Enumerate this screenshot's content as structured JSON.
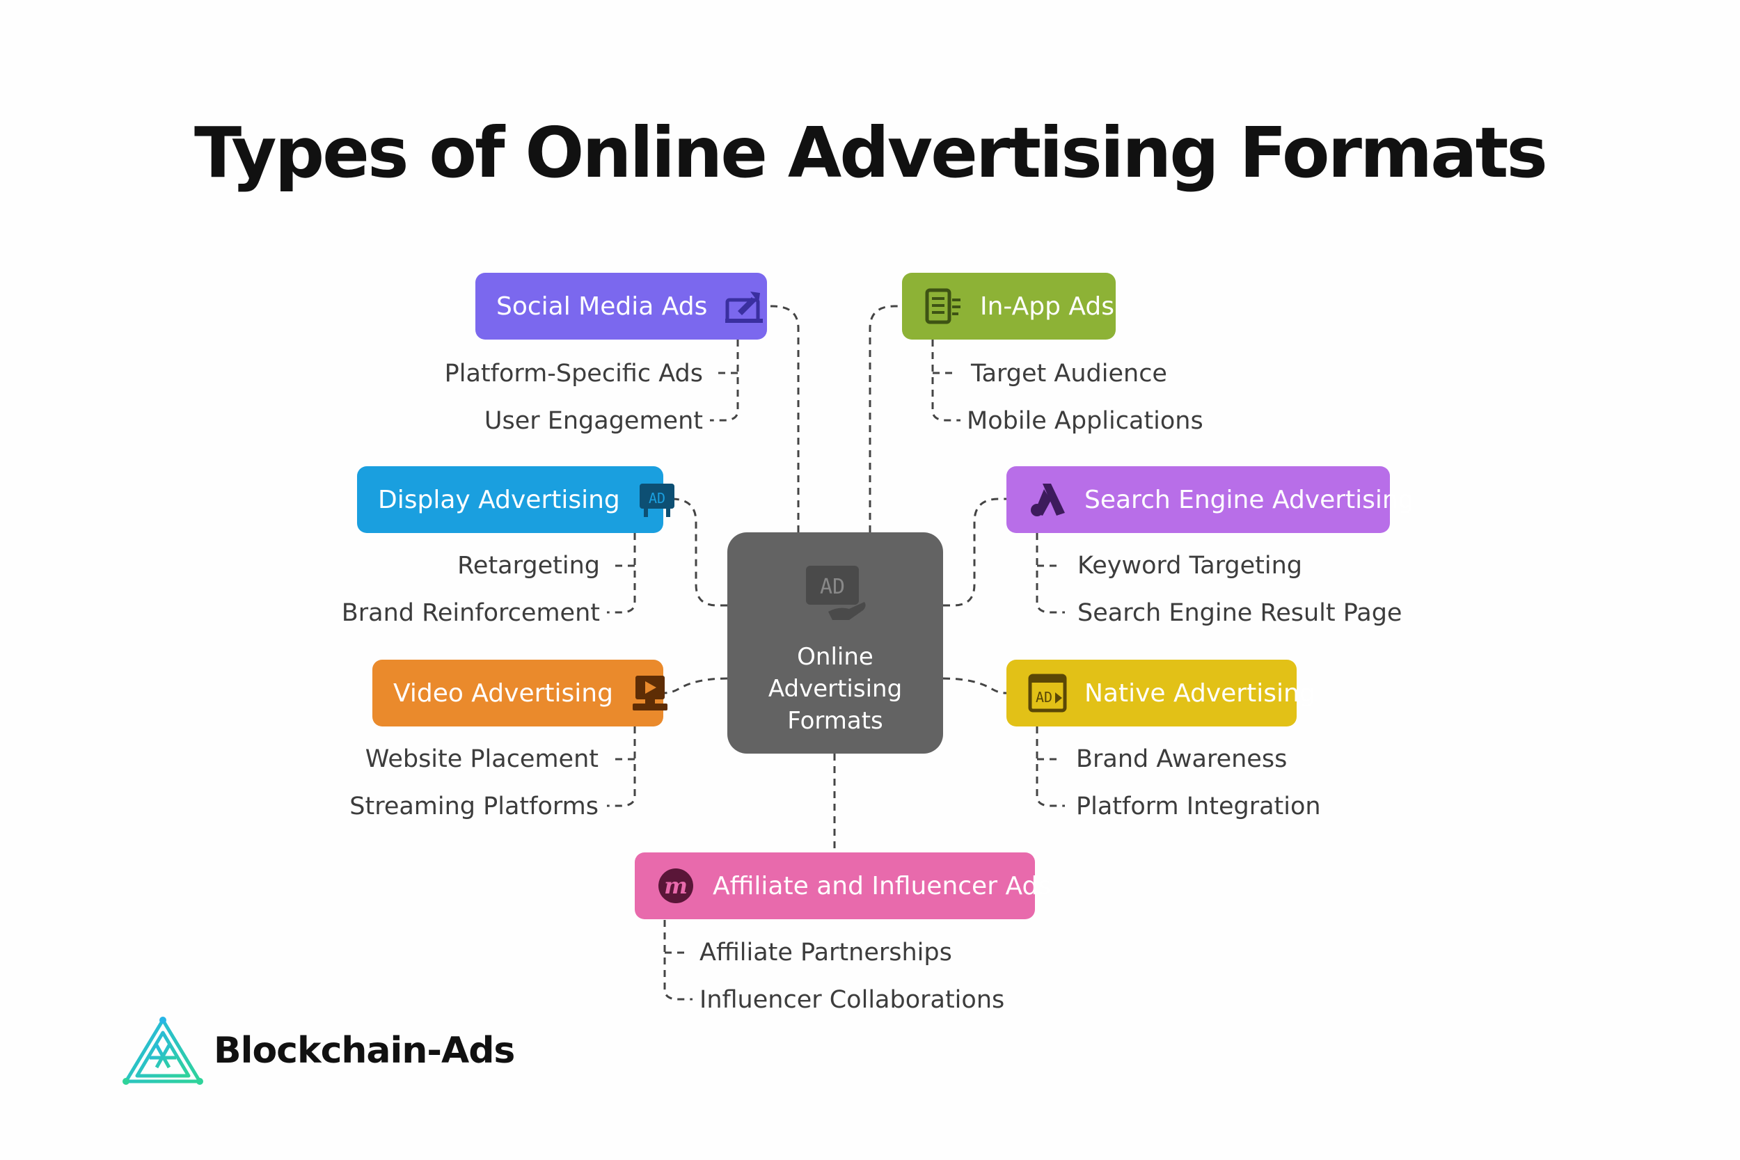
{
  "title": "Types of Online Advertising Formats",
  "center": {
    "lines": [
      "Online",
      "Advertising",
      "Formats"
    ],
    "icon": "ad-hand-icon",
    "color": "#636363"
  },
  "branches": [
    {
      "label": "Social Media Ads",
      "color": "#7b68ee",
      "icon": "social-share-icon",
      "subs": [
        "Platform-Specific Ads",
        "User Engagement"
      ]
    },
    {
      "label": "In-App Ads",
      "color": "#8db236",
      "icon": "app-document-icon",
      "subs": [
        "Target Audience",
        "Mobile Applications"
      ]
    },
    {
      "label": "Display Advertising",
      "color": "#1a9fdf",
      "icon": "ad-board-icon",
      "subs": [
        "Retargeting",
        "Brand Reinforcement"
      ]
    },
    {
      "label": "Search Engine Advertising",
      "color": "#b86ee8",
      "icon": "google-ads-icon",
      "subs": [
        "Keyword Targeting",
        "Search Engine Result Page"
      ]
    },
    {
      "label": "Video Advertising",
      "color": "#ea8a2c",
      "icon": "video-player-icon",
      "subs": [
        "Website Placement",
        "Streaming Platforms"
      ]
    },
    {
      "label": "Native Advertising",
      "color": "#e2c117",
      "icon": "native-ad-icon",
      "subs": [
        "Brand Awareness",
        "Platform Integration"
      ]
    },
    {
      "label": "Affiliate and Influencer Ads",
      "color": "#e86aac",
      "icon": "affiliate-m-icon",
      "subs": [
        "Affiliate Partnerships",
        "Influencer Collaborations"
      ]
    }
  ],
  "brand": {
    "name": "Blockchain-Ads",
    "icon": "blockchain-ads-logo-icon",
    "colors": [
      "#27b5e6",
      "#2fd39a"
    ]
  }
}
